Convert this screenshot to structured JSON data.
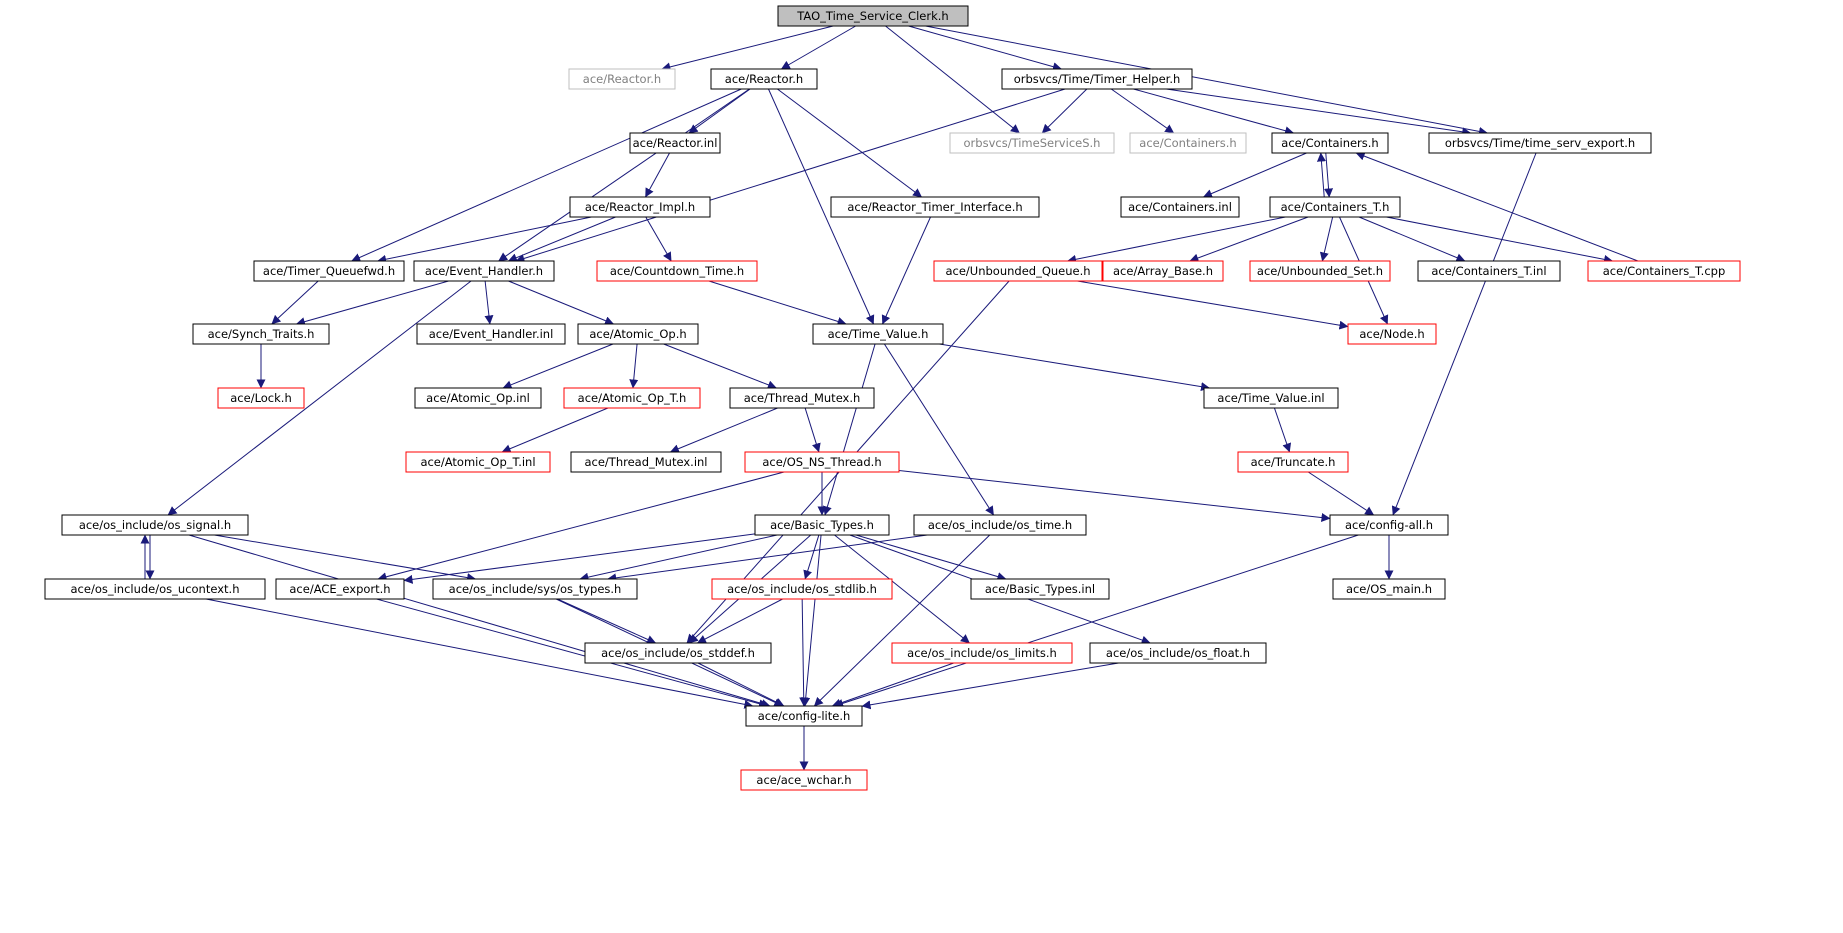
{
  "colors": {
    "edge": "#1a1a7a",
    "border_normal": "#000000",
    "border_truncated": "#ff0000",
    "border_external": "#bfbfbf",
    "root_fill": "#bfbfbf",
    "text_normal": "#000000",
    "text_external": "#808080"
  },
  "nodes": [
    {
      "id": "root",
      "label": "TAO_Time_Service_Clerk.h",
      "kind": "root"
    },
    {
      "id": "reactor_ext",
      "label": "ace/Reactor.h",
      "kind": "external"
    },
    {
      "id": "reactor",
      "label": "ace/Reactor.h",
      "kind": "normal"
    },
    {
      "id": "timer_helper",
      "label": "orbsvcs/Time/Timer_Helper.h",
      "kind": "normal"
    },
    {
      "id": "timeservices",
      "label": "orbsvcs/TimeServiceS.h",
      "kind": "external"
    },
    {
      "id": "reactor_inl",
      "label": "ace/Reactor.inl",
      "kind": "normal"
    },
    {
      "id": "containers_ext",
      "label": "ace/Containers.h",
      "kind": "external"
    },
    {
      "id": "containers",
      "label": "ace/Containers.h",
      "kind": "normal"
    },
    {
      "id": "time_serv_export",
      "label": "orbsvcs/Time/time_serv_export.h",
      "kind": "normal"
    },
    {
      "id": "reactor_impl",
      "label": "ace/Reactor_Impl.h",
      "kind": "normal"
    },
    {
      "id": "reactor_timer_interface",
      "label": "ace/Reactor_Timer_Interface.h",
      "kind": "normal"
    },
    {
      "id": "containers_inl",
      "label": "ace/Containers.inl",
      "kind": "normal"
    },
    {
      "id": "containers_t",
      "label": "ace/Containers_T.h",
      "kind": "normal"
    },
    {
      "id": "timer_queuefwd",
      "label": "ace/Timer_Queuefwd.h",
      "kind": "normal"
    },
    {
      "id": "event_handler",
      "label": "ace/Event_Handler.h",
      "kind": "normal"
    },
    {
      "id": "countdown_time",
      "label": "ace/Countdown_Time.h",
      "kind": "truncated"
    },
    {
      "id": "unbounded_queue",
      "label": "ace/Unbounded_Queue.h",
      "kind": "truncated"
    },
    {
      "id": "array_base",
      "label": "ace/Array_Base.h",
      "kind": "truncated"
    },
    {
      "id": "unbounded_set",
      "label": "ace/Unbounded_Set.h",
      "kind": "truncated"
    },
    {
      "id": "containers_t_inl",
      "label": "ace/Containers_T.inl",
      "kind": "normal"
    },
    {
      "id": "containers_t_cpp",
      "label": "ace/Containers_T.cpp",
      "kind": "truncated"
    },
    {
      "id": "synch_traits",
      "label": "ace/Synch_Traits.h",
      "kind": "normal"
    },
    {
      "id": "event_handler_inl",
      "label": "ace/Event_Handler.inl",
      "kind": "normal"
    },
    {
      "id": "atomic_op",
      "label": "ace/Atomic_Op.h",
      "kind": "normal"
    },
    {
      "id": "time_value",
      "label": "ace/Time_Value.h",
      "kind": "normal"
    },
    {
      "id": "node",
      "label": "ace/Node.h",
      "kind": "truncated"
    },
    {
      "id": "lock",
      "label": "ace/Lock.h",
      "kind": "truncated"
    },
    {
      "id": "atomic_op_inl",
      "label": "ace/Atomic_Op.inl",
      "kind": "normal"
    },
    {
      "id": "atomic_op_t",
      "label": "ace/Atomic_Op_T.h",
      "kind": "truncated"
    },
    {
      "id": "thread_mutex",
      "label": "ace/Thread_Mutex.h",
      "kind": "normal"
    },
    {
      "id": "time_value_inl",
      "label": "ace/Time_Value.inl",
      "kind": "normal"
    },
    {
      "id": "atomic_op_t_inl",
      "label": "ace/Atomic_Op_T.inl",
      "kind": "truncated"
    },
    {
      "id": "thread_mutex_inl",
      "label": "ace/Thread_Mutex.inl",
      "kind": "normal"
    },
    {
      "id": "os_ns_thread",
      "label": "ace/OS_NS_Thread.h",
      "kind": "truncated"
    },
    {
      "id": "truncate",
      "label": "ace/Truncate.h",
      "kind": "truncated"
    },
    {
      "id": "os_signal",
      "label": "ace/os_include/os_signal.h",
      "kind": "normal"
    },
    {
      "id": "basic_types",
      "label": "ace/Basic_Types.h",
      "kind": "normal"
    },
    {
      "id": "os_time",
      "label": "ace/os_include/os_time.h",
      "kind": "normal"
    },
    {
      "id": "config_all",
      "label": "ace/config-all.h",
      "kind": "normal"
    },
    {
      "id": "os_ucontext",
      "label": "ace/os_include/os_ucontext.h",
      "kind": "normal"
    },
    {
      "id": "ace_export",
      "label": "ace/ACE_export.h",
      "kind": "normal"
    },
    {
      "id": "sys_os_types",
      "label": "ace/os_include/sys/os_types.h",
      "kind": "normal"
    },
    {
      "id": "os_stdlib",
      "label": "ace/os_include/os_stdlib.h",
      "kind": "truncated"
    },
    {
      "id": "basic_types_inl",
      "label": "ace/Basic_Types.inl",
      "kind": "normal"
    },
    {
      "id": "os_main",
      "label": "ace/OS_main.h",
      "kind": "normal"
    },
    {
      "id": "os_stddef",
      "label": "ace/os_include/os_stddef.h",
      "kind": "normal"
    },
    {
      "id": "os_limits",
      "label": "ace/os_include/os_limits.h",
      "kind": "truncated"
    },
    {
      "id": "os_float",
      "label": "ace/os_include/os_float.h",
      "kind": "normal"
    },
    {
      "id": "config_lite",
      "label": "ace/config-lite.h",
      "kind": "normal"
    },
    {
      "id": "ace_wchar",
      "label": "ace/ace_wchar.h",
      "kind": "truncated"
    }
  ],
  "edges": [
    [
      "root",
      "reactor_ext"
    ],
    [
      "root",
      "reactor"
    ],
    [
      "root",
      "timer_helper"
    ],
    [
      "root",
      "timeservices"
    ],
    [
      "root",
      "time_serv_export"
    ],
    [
      "reactor",
      "reactor_inl"
    ],
    [
      "reactor",
      "reactor_timer_interface"
    ],
    [
      "reactor",
      "timer_queuefwd"
    ],
    [
      "reactor",
      "event_handler"
    ],
    [
      "reactor",
      "time_value"
    ],
    [
      "timer_helper",
      "timeservices"
    ],
    [
      "timer_helper",
      "containers_ext"
    ],
    [
      "timer_helper",
      "containers"
    ],
    [
      "timer_helper",
      "time_serv_export"
    ],
    [
      "timer_helper",
      "event_handler"
    ],
    [
      "reactor_inl",
      "reactor_impl"
    ],
    [
      "reactor_impl",
      "timer_queuefwd"
    ],
    [
      "reactor_impl",
      "event_handler"
    ],
    [
      "reactor_impl",
      "countdown_time"
    ],
    [
      "reactor_timer_interface",
      "time_value"
    ],
    [
      "containers",
      "containers_inl"
    ],
    [
      "containers",
      "containers_t"
    ],
    [
      "time_serv_export",
      "config_all"
    ],
    [
      "containers_t",
      "containers"
    ],
    [
      "containers_t",
      "unbounded_queue"
    ],
    [
      "containers_t",
      "array_base"
    ],
    [
      "containers_t",
      "unbounded_set"
    ],
    [
      "containers_t",
      "containers_t_inl"
    ],
    [
      "containers_t",
      "containers_t_cpp"
    ],
    [
      "containers_t",
      "node"
    ],
    [
      "containers_t_cpp",
      "containers"
    ],
    [
      "timer_queuefwd",
      "synch_traits"
    ],
    [
      "event_handler",
      "synch_traits"
    ],
    [
      "event_handler",
      "event_handler_inl"
    ],
    [
      "event_handler",
      "atomic_op"
    ],
    [
      "event_handler",
      "os_signal"
    ],
    [
      "countdown_time",
      "time_value"
    ],
    [
      "unbounded_queue",
      "node"
    ],
    [
      "unbounded_queue",
      "os_stddef"
    ],
    [
      "synch_traits",
      "lock"
    ],
    [
      "atomic_op",
      "atomic_op_inl"
    ],
    [
      "atomic_op",
      "atomic_op_t"
    ],
    [
      "atomic_op",
      "thread_mutex"
    ],
    [
      "atomic_op_t",
      "atomic_op_t_inl"
    ],
    [
      "thread_mutex",
      "thread_mutex_inl"
    ],
    [
      "thread_mutex",
      "os_ns_thread"
    ],
    [
      "time_value",
      "time_value_inl"
    ],
    [
      "time_value",
      "basic_types"
    ],
    [
      "time_value",
      "os_time"
    ],
    [
      "time_value_inl",
      "truncate"
    ],
    [
      "truncate",
      "config_all"
    ],
    [
      "os_ns_thread",
      "basic_types"
    ],
    [
      "os_ns_thread",
      "config_all"
    ],
    [
      "os_ns_thread",
      "ace_export"
    ],
    [
      "os_signal",
      "os_ucontext"
    ],
    [
      "os_signal",
      "sys_os_types"
    ],
    [
      "os_signal",
      "config_lite"
    ],
    [
      "os_ucontext",
      "os_signal"
    ],
    [
      "os_ucontext",
      "config_lite"
    ],
    [
      "basic_types",
      "ace_export"
    ],
    [
      "basic_types",
      "sys_os_types"
    ],
    [
      "basic_types",
      "os_stdlib"
    ],
    [
      "basic_types",
      "basic_types_inl"
    ],
    [
      "basic_types",
      "os_stddef"
    ],
    [
      "basic_types",
      "os_limits"
    ],
    [
      "basic_types",
      "os_float"
    ],
    [
      "basic_types",
      "config_lite"
    ],
    [
      "os_time",
      "sys_os_types"
    ],
    [
      "os_time",
      "config_lite"
    ],
    [
      "config_all",
      "os_main"
    ],
    [
      "config_all",
      "config_lite"
    ],
    [
      "ace_export",
      "config_lite"
    ],
    [
      "sys_os_types",
      "os_stddef"
    ],
    [
      "sys_os_types",
      "config_lite"
    ],
    [
      "os_stdlib",
      "os_stddef"
    ],
    [
      "os_stdlib",
      "config_lite"
    ],
    [
      "os_stddef",
      "config_lite"
    ],
    [
      "os_limits",
      "config_lite"
    ],
    [
      "os_float",
      "config_lite"
    ],
    [
      "config_lite",
      "ace_wchar"
    ]
  ]
}
